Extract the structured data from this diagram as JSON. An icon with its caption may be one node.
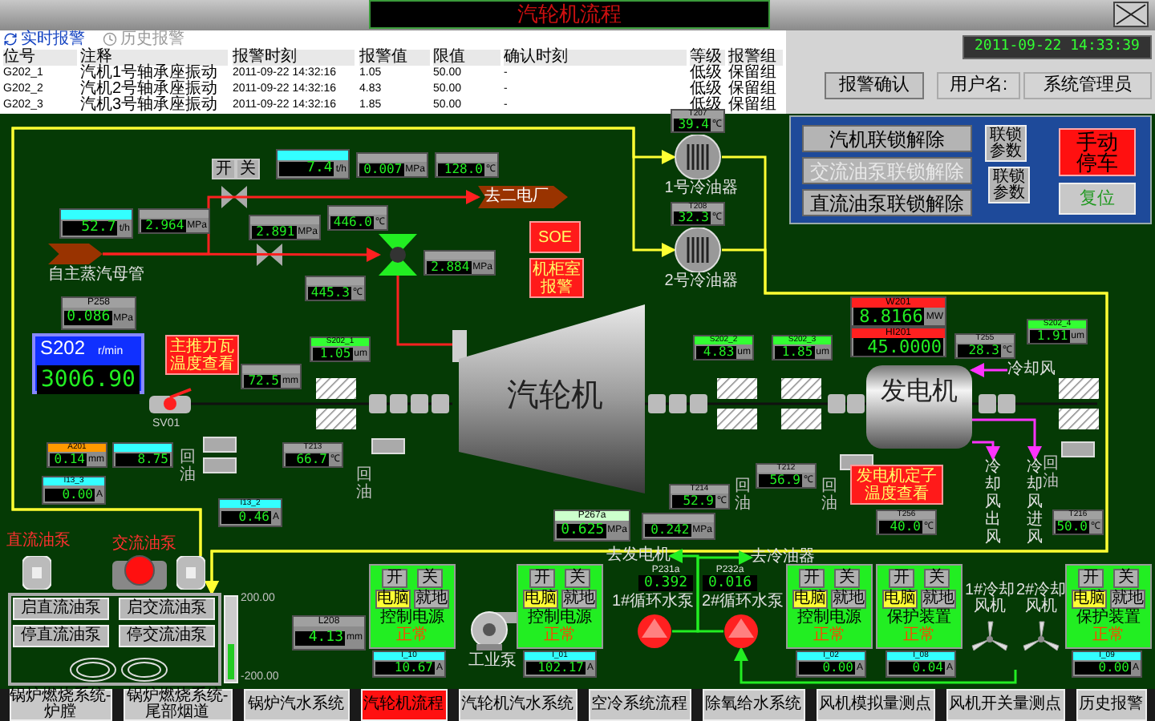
{
  "diagram": {
    "title": "汽轮机流程",
    "nodes": [
      {
        "text": [],
        "shape": "arrow",
        "beside": [
          "自主蒸汽母管"
        ]
      },
      {
        "text": [
          "去二电厂"
        ]
      },
      {
        "text": [],
        "shape": "valve"
      },
      {
        "text": [
          "汽轮机"
        ]
      },
      {
        "text": [
          "发电机"
        ]
      },
      {
        "text": [],
        "shape": "picture",
        "beside": [
          "1号冷油器"
        ]
      },
      {
        "text": [],
        "shape": "picture",
        "beside": [
          "2号冷油器"
        ]
      },
      {
        "text": [],
        "shape": "cylinder",
        "beside": [
          "直流油泵"
        ]
      },
      {
        "text": [],
        "shape": "cylinder",
        "beside": [
          "交流油泵"
        ]
      },
      {
        "text": [],
        "shape": "box"
      },
      {
        "text": [
          "启直流油泵"
        ],
        "in": 9
      },
      {
        "text": [
          "启交流油泵"
        ],
        "in": 9
      },
      {
        "text": [
          "停直流油泵"
        ],
        "in": 9
      },
      {
        "text": [
          "停交流油泵"
        ],
        "in": 9
      },
      {
        "text": [],
        "shape": "picture",
        "beside": [
          "工业泵"
        ]
      },
      {
        "text": [],
        "shape": "circle",
        "beside": [
          "1#循环水泵"
        ]
      },
      {
        "text": [],
        "shape": "circle",
        "beside": [
          "2#循环水泵"
        ]
      },
      {
        "text": [
          "去发电机"
        ]
      },
      {
        "text": [
          "去冷油器"
        ]
      },
      {
        "text": [],
        "shape": "picture",
        "beside": [
          "1#冷却风机"
        ]
      },
      {
        "text": [],
        "shape": "picture",
        "beside": [
          "2#冷却风机"
        ]
      },
      {
        "text": [
          "开",
          "关",
          "电脑",
          "就地",
          "控制电源",
          "正常"
        ]
      },
      {
        "text": [
          "开",
          "关",
          "电脑",
          "就地",
          "控制电源",
          "正常"
        ]
      },
      {
        "text": [
          "开",
          "关",
          "电脑",
          "就地",
          "控制电源",
          "正常"
        ]
      },
      {
        "text": [
          "开",
          "关",
          "电脑",
          "就地",
          "保护装置",
          "正常"
        ]
      },
      {
        "text": [
          "开",
          "关",
          "电脑",
          "就地",
          "保护装置",
          "正常"
        ]
      },
      {
        "text": [
          "开",
          "关"
        ]
      },
      {
        "text": [
          "7.4",
          "t/h"
        ]
      },
      {
        "text": [
          "0.007",
          "MPa"
        ]
      },
      {
        "text": [
          "128.0",
          "℃"
        ]
      },
      {
        "text": [
          "52.7",
          "t/h"
        ]
      },
      {
        "text": [
          "2.964",
          "MPa"
        ]
      },
      {
        "text": [
          "2.891",
          "MPa"
        ]
      },
      {
        "text": [
          "446.0",
          "℃"
        ]
      },
      {
        "text": [
          "2.884",
          "MPa"
        ]
      },
      {
        "text": [
          "445.3",
          "℃"
        ]
      },
      {
        "text": [
          "P258",
          "0.086",
          "MPa"
        ]
      },
      {
        "text": [
          "S202",
          "r/min",
          "3006.90"
        ]
      },
      {
        "text": [
          "72.5",
          "mm"
        ]
      },
      {
        "text": [
          "S202_1",
          "1.05",
          "um"
        ]
      },
      {
        "text": [
          "T213",
          "66.7",
          "℃"
        ]
      },
      {
        "text": [
          "A201",
          "0.14",
          "mm"
        ]
      },
      {
        "text": [
          "8.75"
        ]
      },
      {
        "text": [
          "I13_3",
          "0.00",
          "A"
        ]
      },
      {
        "text": [
          "I13_2",
          "0.46",
          "A"
        ]
      },
      {
        "text": [
          "T207",
          "39.4",
          "℃"
        ]
      },
      {
        "text": [
          "T208",
          "32.3",
          "℃"
        ]
      },
      {
        "text": [
          "S202_2",
          "4.83",
          "um"
        ]
      },
      {
        "text": [
          "S202_3",
          "1.85",
          "um"
        ]
      },
      {
        "text": [
          "W201",
          "8.8166",
          "MW"
        ]
      },
      {
        "text": [
          "HI201",
          "45.0000"
        ]
      },
      {
        "text": [
          "T255",
          "28.3",
          "℃"
        ]
      },
      {
        "text": [
          "S202_4",
          "1.91",
          "um"
        ]
      },
      {
        "text": [
          "T212",
          "56.9",
          "℃"
        ]
      },
      {
        "text": [
          "T214",
          "52.9",
          "℃"
        ]
      },
      {
        "text": [
          "T256",
          "40.0",
          "℃"
        ]
      },
      {
        "text": [
          "T216",
          "50.0",
          "℃"
        ]
      },
      {
        "text": [
          "P267a",
          "0.625",
          "MPa"
        ]
      },
      {
        "text": [
          "0.242",
          "MPa"
        ]
      },
      {
        "text": [
          "P231a",
          "0.392"
        ]
      },
      {
        "text": [
          "P232a",
          "0.016"
        ]
      },
      {
        "text": [
          "L208",
          "4.13",
          "mm"
        ]
      },
      {
        "text": [
          "I_10",
          "10.67",
          "A"
        ]
      },
      {
        "text": [
          "I_01",
          "102.17",
          "A"
        ]
      },
      {
        "text": [
          "I_02",
          "0.00",
          "A"
        ]
      },
      {
        "text": [
          "I_08",
          "0.04",
          "A"
        ]
      },
      {
        "text": [
          "I_09",
          "0.00",
          "A"
        ]
      },
      {
        "text": [
          "SOE"
        ]
      },
      {
        "text": [
          "机柜室报警"
        ]
      },
      {
        "text": [
          "主推力瓦温度查看"
        ]
      },
      {
        "text": [
          "发电机定子温度查看"
        ]
      },
      {
        "text": [
          "冷却风"
        ]
      },
      {
        "text": [
          "冷却风出风"
        ]
      },
      {
        "text": [
          "冷却风进风"
        ]
      }
    ],
    "edges": [
      {
        "from": 0,
        "to": 2,
        "arrow": "to",
        "color": "#ff2020"
      },
      {
        "from": 0,
        "to": 1,
        "arrow": "to",
        "color": "#ff2020"
      },
      {
        "from": 2,
        "to": 3,
        "arrow": "none",
        "color": "#ff2020"
      },
      {
        "from": 8,
        "to": 5,
        "arrow": "to",
        "color": "#ffff33"
      },
      {
        "from": 8,
        "to": 6,
        "arrow": "to",
        "color": "#ffff33"
      },
      {
        "from": 5,
        "to": 9,
        "arrow": "to",
        "color": "#ffff33"
      },
      {
        "from": 6,
        "to": 9,
        "arrow": "to",
        "color": "#ffff33"
      },
      {
        "from": 15,
        "to": 17,
        "arrow": "to",
        "color": "#22ee22"
      },
      {
        "from": 16,
        "to": 18,
        "arrow": "to",
        "color": "#22ee22"
      },
      {
        "from": null,
        "to": 16,
        "arrow": "to",
        "color": "#22ee22"
      },
      {
        "from": 71,
        "to": 4,
        "arrow": "to",
        "color": "#ff33ff"
      },
      {
        "from": 4,
        "to": 73,
        "arrow": "to",
        "color": "#ff33ff"
      },
      {
        "from": 4,
        "to": 72,
        "arrow": "to",
        "color": "#ff33ff"
      }
    ],
    "labels": [
      "实时报警",
      "历史报警",
      "位号",
      "注释",
      "报警时刻",
      "报警值",
      "限值",
      "确认时刻",
      "等级",
      "报警组",
      "G202_1",
      "汽机1号轴承座振动",
      "2011-09-22 14:32:16",
      "1.05",
      "50.00",
      "-",
      "低级",
      "保留组",
      "G202_2",
      "汽机2号轴承座振动",
      "2011-09-22 14:32:16",
      "4.83",
      "50.00",
      "-",
      "低级",
      "保留组",
      "G202_3",
      "汽机3号轴承座振动",
      "2011-09-22 14:32:16",
      "1.85",
      "50.00",
      "-",
      "低级",
      "保留组",
      "2011-09-22 14:33:39",
      "报警确认",
      "用户名:",
      "系统管理员",
      "汽机联锁解除",
      "交流油泵联锁解除",
      "直流油泵联锁解除",
      "联锁参数",
      "联锁参数",
      "手动停车",
      "复位",
      "锅炉燃烧系统-炉膛",
      "锅炉燃烧系统-尾部烟道",
      "锅炉汽水系统",
      "汽轮机流程",
      "汽轮机汽水系统",
      "空冷系统流程",
      "除氧给水系统",
      "风机模拟量测点",
      "风机开关量测点",
      "历史报警",
      "SV01",
      "回油",
      "回油",
      "回油",
      "回油",
      "回油",
      "200.00",
      "-200.00"
    ]
  }
}
